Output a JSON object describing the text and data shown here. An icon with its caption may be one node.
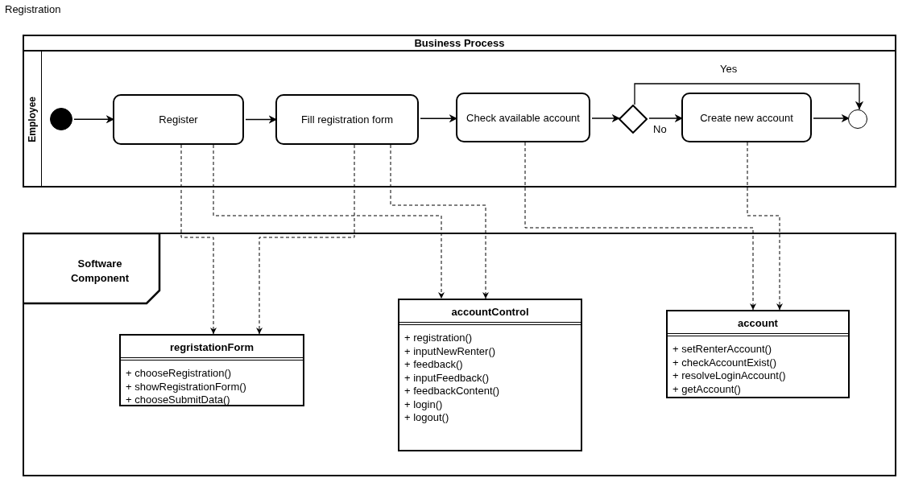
{
  "diagram": {
    "title": "Registration",
    "nodes": [
      {
        "text": [
          "Business Process"
        ]
      },
      {
        "text": [
          "Employee"
        ],
        "in": 0
      },
      {
        "text": [],
        "shape": "circle",
        "in": 1
      },
      {
        "text": [
          "Register"
        ],
        "in": 1
      },
      {
        "text": [
          "Fill registration form"
        ],
        "in": 1
      },
      {
        "text": [
          "Check available account"
        ],
        "in": 1
      },
      {
        "text": [],
        "shape": "diamond",
        "in": 1
      },
      {
        "text": [
          "Create new account"
        ],
        "in": 1
      },
      {
        "text": [],
        "shape": "circle",
        "in": 1
      },
      {
        "text": [
          "Software Component"
        ]
      },
      {
        "text": [
          "regristationForm",
          "+ chooseRegistration()",
          "+ showRegistrationForm()",
          "+ chooseSubmitData()"
        ],
        "in": 9
      },
      {
        "text": [
          "accountControl",
          "+ registration()",
          "+ inputNewRenter()",
          "+ feedback()",
          "+ inputFeedback()",
          "+ feedbackContent()",
          "+ login()",
          "+ logout()"
        ],
        "in": 9
      },
      {
        "text": [
          "account",
          "+ setRenterAccount()",
          "+ checkAccountExist()",
          "+ resolveLoginAccount()",
          "+ getAccount()"
        ],
        "in": 9
      }
    ],
    "edges": [
      {
        "from": 2,
        "to": 3,
        "arrow": "to"
      },
      {
        "from": 3,
        "to": 4,
        "arrow": "to"
      },
      {
        "from": 4,
        "to": 5,
        "arrow": "to"
      },
      {
        "from": 5,
        "to": 6,
        "arrow": "to"
      },
      {
        "from": 6,
        "to": 7,
        "arrow": "to",
        "label": "No"
      },
      {
        "from": 6,
        "to": 8,
        "arrow": "to",
        "label": "Yes"
      },
      {
        "from": 7,
        "to": 8,
        "arrow": "to"
      },
      {
        "from": 3,
        "to": 10,
        "arrow": "to",
        "style": "dashed"
      },
      {
        "from": 3,
        "to": 11,
        "arrow": "to",
        "style": "dashed"
      },
      {
        "from": 4,
        "to": 10,
        "arrow": "to",
        "style": "dashed"
      },
      {
        "from": 4,
        "to": 11,
        "arrow": "to",
        "style": "dashed"
      },
      {
        "from": 5,
        "to": 12,
        "arrow": "to",
        "style": "dashed"
      },
      {
        "from": 7,
        "to": 12,
        "arrow": "to",
        "style": "dashed"
      }
    ]
  }
}
